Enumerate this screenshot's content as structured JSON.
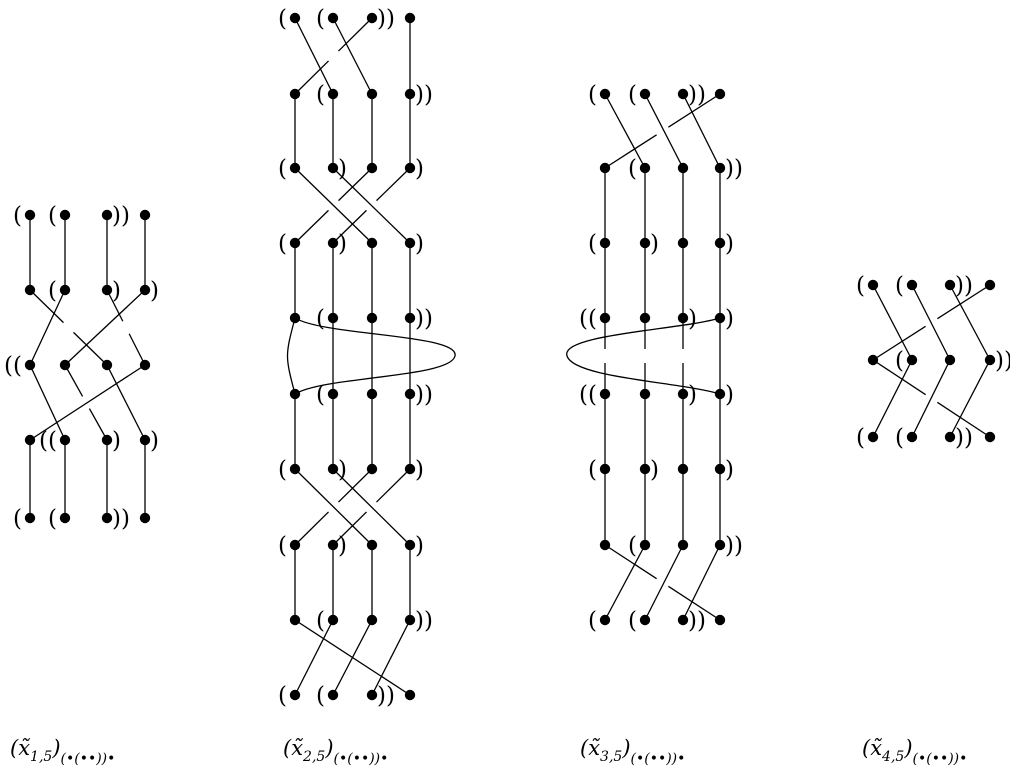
{
  "figure": {
    "description_free": true,
    "diagrams": [
      {
        "id": "x15",
        "label": {
          "main": "(x̃",
          "index": "1,5",
          "close": ")",
          "subscript": "(•(••))•"
        },
        "levels": [
          {
            "labels": [
              "(",
              "(",
              "))",
              ""
            ]
          },
          {
            "labels": [
              "",
              "(",
              ")",
              ")"
            ]
          },
          {
            "labels": [
              "((",
              "",
              "",
              ""
            ]
          },
          {
            "labels": [
              "",
              "((",
              ")",
              ")"
            ]
          },
          {
            "labels": [
              "(",
              "(",
              "))",
              ""
            ]
          }
        ]
      },
      {
        "id": "x25",
        "label": {
          "main": "(x̃",
          "index": "2,5",
          "close": ")",
          "subscript": "(•(••))•"
        },
        "levels": [
          {
            "labels": [
              "(",
              "(",
              "))",
              ""
            ]
          },
          {
            "labels": [
              "",
              "(",
              "",
              "))"
            ]
          },
          {
            "labels": [
              "(",
              ")",
              "",
              ")"
            ]
          },
          {
            "labels": [
              "(",
              ")",
              "",
              ")"
            ]
          },
          {
            "labels": [
              "",
              "(",
              "",
              "))"
            ]
          },
          {
            "labels": [
              "",
              "(",
              "",
              "))"
            ]
          },
          {
            "labels": [
              "(",
              ")",
              "",
              ")"
            ]
          },
          {
            "labels": [
              "(",
              ")",
              "",
              ")"
            ]
          },
          {
            "labels": [
              "",
              "(",
              "",
              "))"
            ]
          },
          {
            "labels": [
              "(",
              "(",
              "))",
              ""
            ]
          }
        ]
      },
      {
        "id": "x35",
        "label": {
          "main": "(x̃",
          "index": "3,5",
          "close": ")",
          "subscript": "(•(••))•"
        },
        "levels": [
          {
            "labels": [
              "(",
              "(",
              "))",
              ""
            ]
          },
          {
            "labels": [
              "",
              "(",
              "",
              "))"
            ]
          },
          {
            "labels": [
              "(",
              ")",
              "",
              ")"
            ]
          },
          {
            "labels": [
              "((",
              "",
              ")",
              ")"
            ]
          },
          {
            "labels": [
              "((",
              "",
              ")",
              ")"
            ]
          },
          {
            "labels": [
              "(",
              ")",
              "",
              ")"
            ]
          },
          {
            "labels": [
              "",
              "(",
              "",
              "))"
            ]
          },
          {
            "labels": [
              "(",
              "(",
              "))",
              ""
            ]
          }
        ]
      },
      {
        "id": "x45",
        "label": {
          "main": "(x̃",
          "index": "4,5",
          "close": ")",
          "subscript": "(•(••))•"
        },
        "levels": [
          {
            "labels": [
              "(",
              "(",
              "))",
              ""
            ]
          },
          {
            "labels": [
              "",
              "(",
              "",
              "))"
            ]
          },
          {
            "labels": [
              "(",
              "(",
              "))",
              ""
            ]
          }
        ]
      }
    ]
  }
}
